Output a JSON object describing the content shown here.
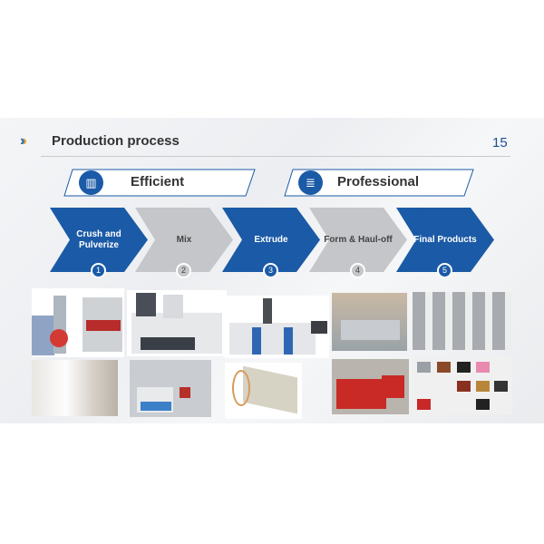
{
  "header": {
    "title": "Production process",
    "page_number": "15",
    "arrows_icon": "triple-chevron-icon"
  },
  "banners": [
    {
      "label": "Efficient",
      "icon": "bar-chart-icon"
    },
    {
      "label": "Professional",
      "icon": "clipboard-icon"
    }
  ],
  "steps": [
    {
      "number": "1",
      "label": "Crush and Pulverize",
      "style": "blue"
    },
    {
      "number": "2",
      "label": "Mix",
      "style": "gray"
    },
    {
      "number": "3",
      "label": "Extrude",
      "style": "blue"
    },
    {
      "number": "4",
      "label": "Form & Haul-off",
      "style": "gray"
    },
    {
      "number": "5",
      "label": "Final Products",
      "style": "blue"
    }
  ],
  "colors": {
    "blue": "#1b5aa6",
    "gray": "#c4c6c9",
    "accent_orange": "#f0a020"
  }
}
